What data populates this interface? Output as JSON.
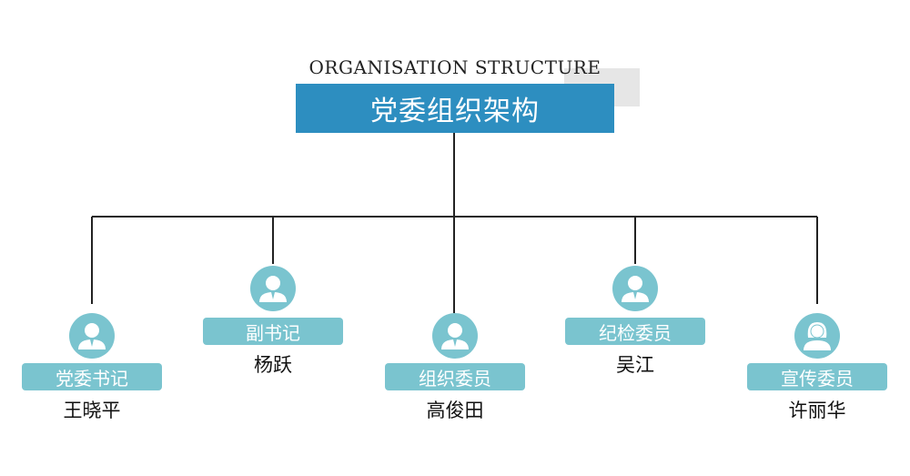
{
  "header": {
    "subtitle": "ORGANISATION STRUCTURE",
    "title": "党委组织架构"
  },
  "colors": {
    "title_bg": "#2d8ec0",
    "accent": "#7ac4cf",
    "line": "#222222"
  },
  "members": [
    {
      "role": "党委书记",
      "name": "王晓平",
      "icon": "male-user-icon"
    },
    {
      "role": "副书记",
      "name": "杨跃",
      "icon": "male-user-icon"
    },
    {
      "role": "组织委员",
      "name": "高俊田",
      "icon": "male-user-icon"
    },
    {
      "role": "纪检委员",
      "name": "吴江",
      "icon": "male-user-icon"
    },
    {
      "role": "宣传委员",
      "name": "许丽华",
      "icon": "female-user-icon"
    }
  ]
}
